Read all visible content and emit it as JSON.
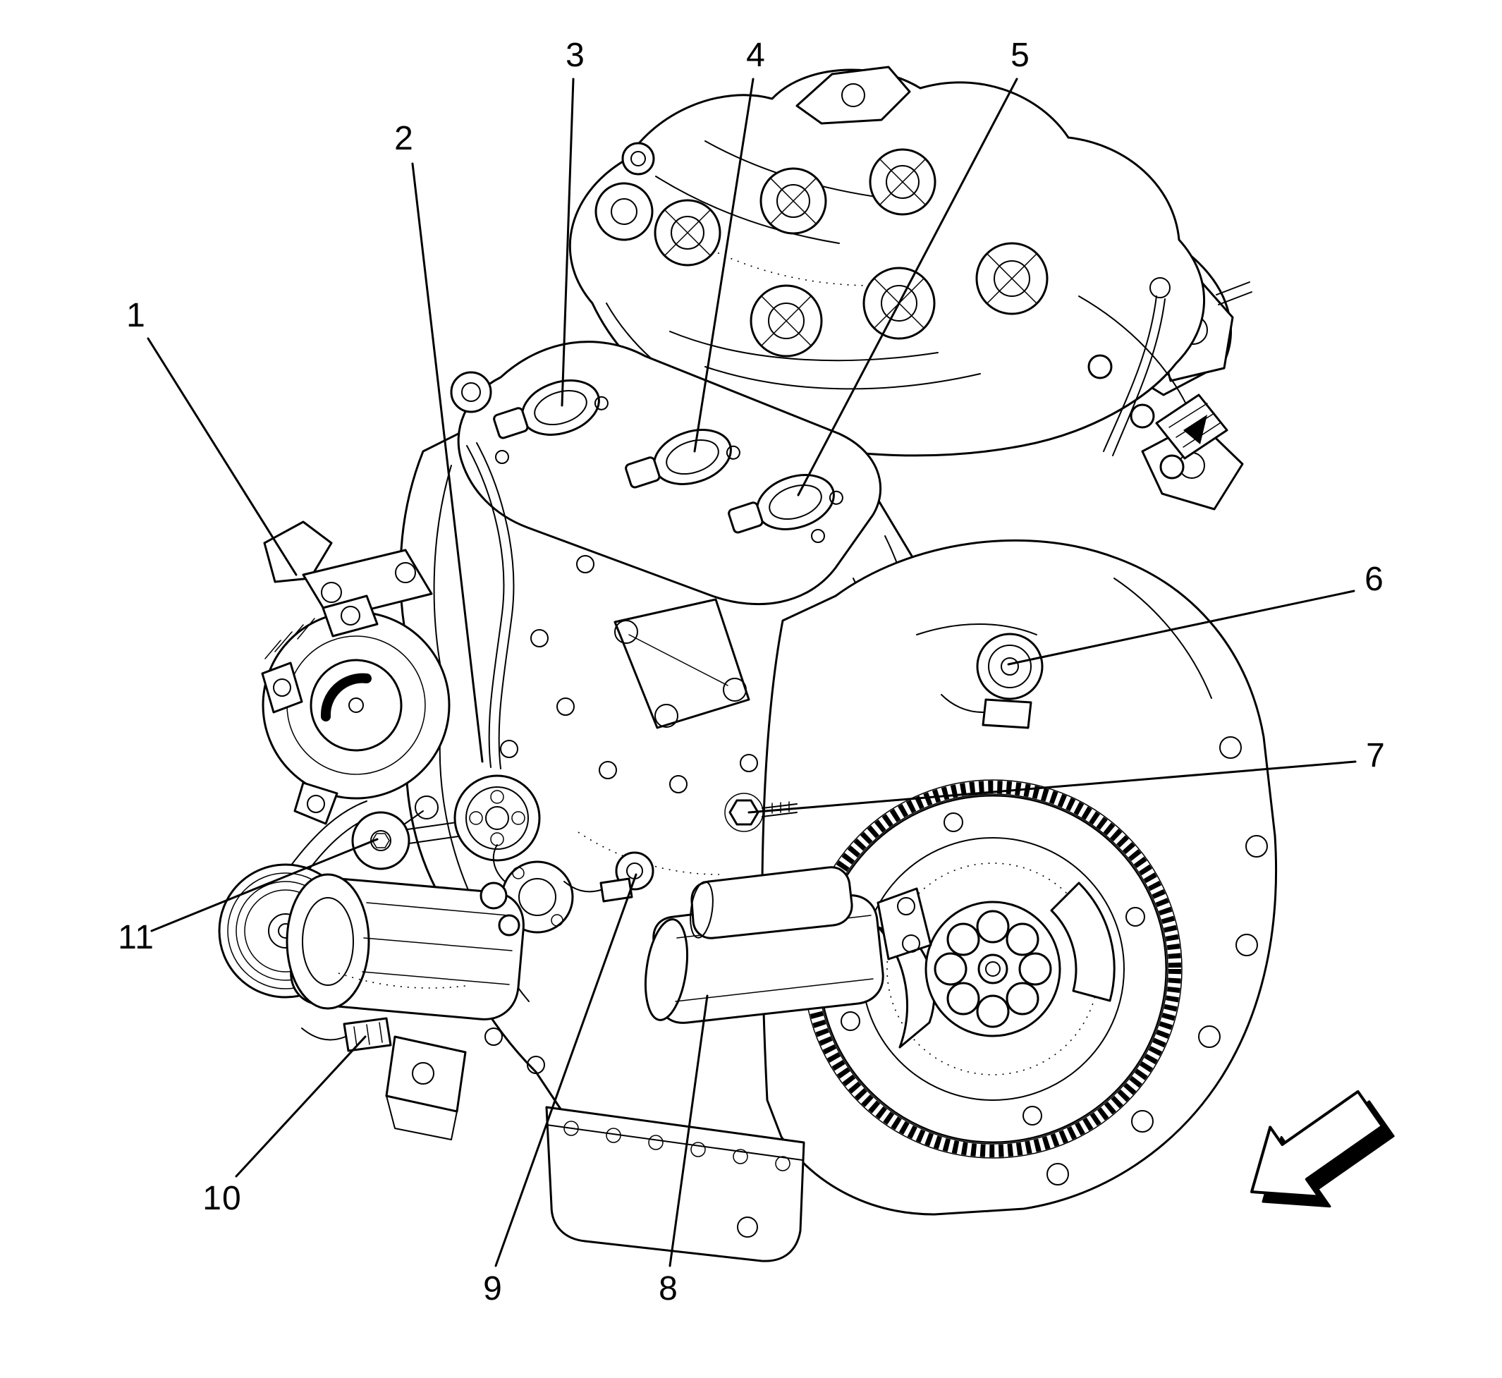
{
  "colors": {
    "line": "#000000",
    "background": "#ffffff"
  },
  "callouts": [
    {
      "label": "1"
    },
    {
      "label": "2"
    },
    {
      "label": "3"
    },
    {
      "label": "4"
    },
    {
      "label": "5"
    },
    {
      "label": "6"
    },
    {
      "label": "7"
    },
    {
      "label": "8"
    },
    {
      "label": "9"
    },
    {
      "label": "10"
    },
    {
      "label": "11"
    }
  ],
  "icons": {
    "view_direction_arrow": "block-arrow-down-left"
  }
}
